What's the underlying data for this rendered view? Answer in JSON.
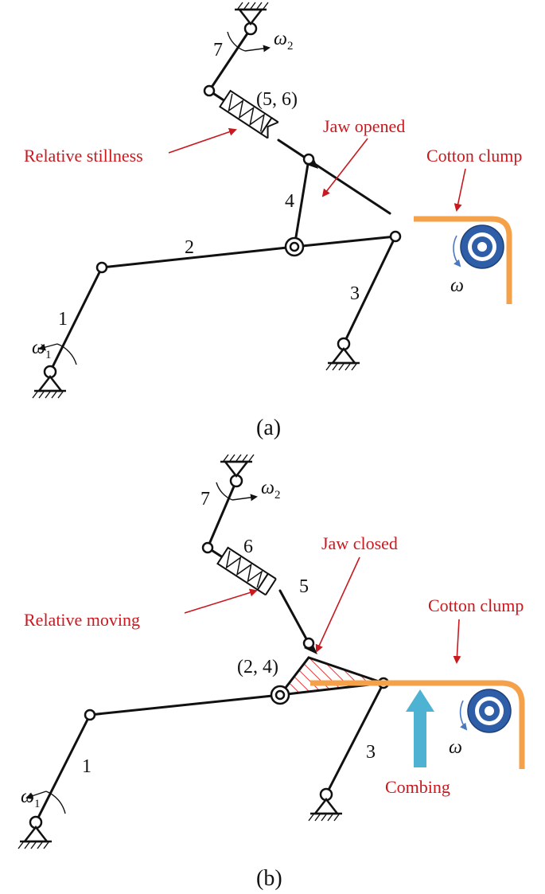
{
  "panel_a": {
    "caption": "(a)",
    "link_labels": [
      "1",
      "2",
      "3",
      "4",
      "7"
    ],
    "slider_label": "(5, 6)",
    "omega1": "ω",
    "omega1_sub": "1",
    "omega2": "ω",
    "omega2_sub": "2",
    "roller_omega": "ω",
    "relative_label": "Relative stillness",
    "jaw_label": "Jaw opened",
    "cotton_label": "Cotton clump"
  },
  "panel_b": {
    "caption": "(b)",
    "link_labels": [
      "1",
      "3",
      "5",
      "6",
      "7"
    ],
    "pair_label": "(2, 4)",
    "omega1": "ω",
    "omega1_sub": "1",
    "omega2": "ω",
    "omega2_sub": "2",
    "roller_omega": "ω",
    "relative_label": "Relative moving",
    "jaw_label": "Jaw closed",
    "cotton_label": "Cotton clump",
    "combing_label": "Combing"
  },
  "colors": {
    "label_red": "#c8191f",
    "cotton_orange": "#f5a14a",
    "roller_blue": "#2f5ea8",
    "combing_arrow": "#4eb3d3",
    "jaw_hatch": "#e23b3b"
  }
}
